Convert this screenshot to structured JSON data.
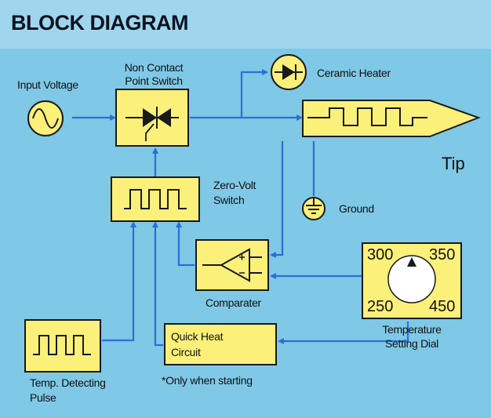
{
  "title": "BLOCK DIAGRAM",
  "labels": {
    "input_voltage": "Input Voltage",
    "switch_line1": "Non Contact",
    "switch_line2": "Point Switch",
    "ceramic_heater": "Ceramic Heater",
    "tip": "Tip",
    "zero_volt_line1": "Zero-Volt",
    "zero_volt_line2": "Switch",
    "ground": "Ground",
    "comparator": "Comparater",
    "temp_dial_line1": "Temperature",
    "temp_dial_line2": "Setting Dial",
    "quick_heat_line1": "Quick Heat",
    "quick_heat_line2": "Circuit",
    "quick_heat_note": "*Only when starting",
    "temp_pulse_line1": "Temp. Detecting",
    "temp_pulse_line2": "Pulse"
  },
  "dial": {
    "top_left": "300",
    "top_right": "350",
    "bottom_left": "250",
    "bottom_right": "450"
  },
  "colors": {
    "block_fill": "#fbf07a",
    "line": "#2a6fd8",
    "outline": "#1a1a1a",
    "background": "#7fc8e6"
  }
}
